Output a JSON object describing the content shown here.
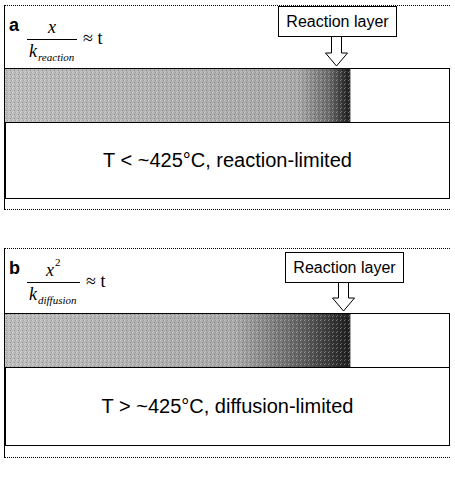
{
  "diagram": {
    "nodes": [
      {
        "text": [
          "a"
        ]
      },
      {
        "text": [
          "Reaction layer"
        ],
        "in": 0
      },
      {
        "text": [
          "T < ~425°C, reaction-limited"
        ],
        "in": 0
      },
      {
        "text": [
          "b"
        ]
      },
      {
        "text": [
          "Reaction layer"
        ],
        "in": 3
      },
      {
        "text": [
          "T > ~425°C, diffusion-limited"
        ],
        "in": 3
      }
    ],
    "labels": [
      "x",
      "k",
      "reaction",
      "≈ t",
      "x",
      "2",
      "k",
      "diffusion",
      "≈ t"
    ]
  }
}
